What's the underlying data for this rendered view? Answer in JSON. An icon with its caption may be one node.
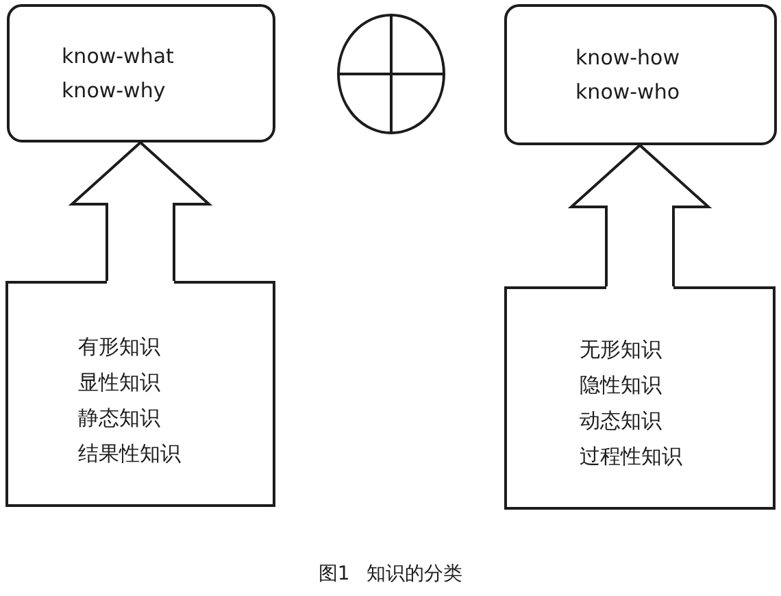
{
  "diagram": {
    "caption": "图1 知识的分类",
    "nodes": [
      {
        "text": [
          "know-what",
          "know-why"
        ]
      },
      {
        "text": [],
        "shape": "circle"
      },
      {
        "text": [
          "know-how",
          "know-who"
        ]
      },
      {
        "text": [
          "有形知识",
          "显性知识",
          "静态知识",
          "结果性知识"
        ]
      },
      {
        "text": [
          "无形知识",
          "隐性知识",
          "动态知识",
          "过程性知识"
        ]
      }
    ],
    "edges": [
      {
        "from": 3,
        "to": 0,
        "arrow": "to"
      },
      {
        "from": 4,
        "to": 2,
        "arrow": "to"
      }
    ]
  }
}
